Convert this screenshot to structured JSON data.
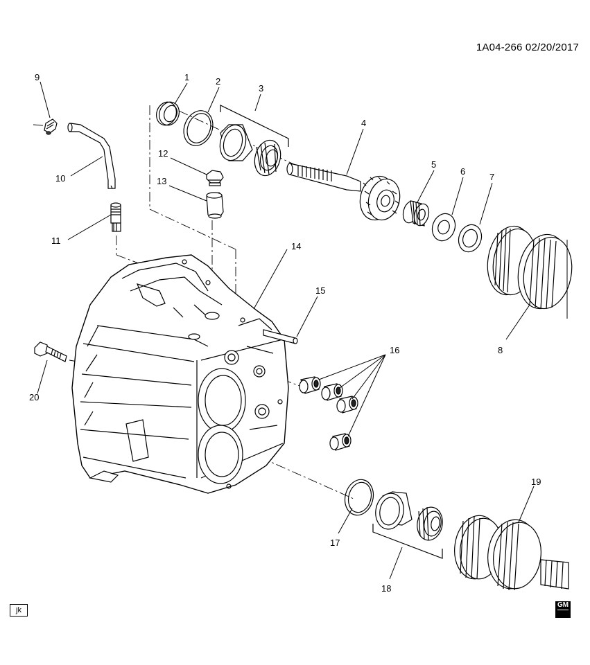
{
  "header": {
    "drawing_id": "1A04-266 02/20/2017"
  },
  "footer": {
    "left_tag": "jk",
    "right_logo_text": "GM"
  },
  "callouts": [
    {
      "id": "1",
      "label": "1"
    },
    {
      "id": "2",
      "label": "2"
    },
    {
      "id": "3",
      "label": "3"
    },
    {
      "id": "4",
      "label": "4"
    },
    {
      "id": "5",
      "label": "5"
    },
    {
      "id": "6",
      "label": "6"
    },
    {
      "id": "7",
      "label": "7"
    },
    {
      "id": "8",
      "label": "8"
    },
    {
      "id": "9",
      "label": "9"
    },
    {
      "id": "10",
      "label": "10"
    },
    {
      "id": "11",
      "label": "11"
    },
    {
      "id": "12",
      "label": "12"
    },
    {
      "id": "13",
      "label": "13"
    },
    {
      "id": "14",
      "label": "14"
    },
    {
      "id": "15",
      "label": "15"
    },
    {
      "id": "16",
      "label": "16"
    },
    {
      "id": "17",
      "label": "17"
    },
    {
      "id": "18",
      "label": "18"
    },
    {
      "id": "19",
      "label": "19"
    },
    {
      "id": "20",
      "label": "20"
    }
  ]
}
